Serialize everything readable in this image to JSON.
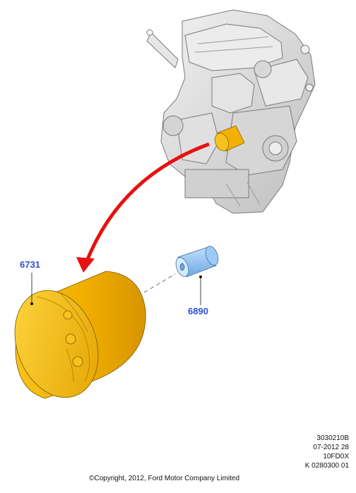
{
  "callouts": {
    "oil_filter": "6731",
    "adapter": "6890"
  },
  "reference": {
    "line1": "3030210B",
    "line2": "07-2012 28",
    "line3": "10FD0X",
    "line4": "K 0280300 01"
  },
  "copyright": "©Copyright, 2012, Ford Motor Company Limited",
  "colors": {
    "engine": "#dcdcdc",
    "filter": "#f2b400",
    "adapter": "#8fbfef",
    "arrow": "#e81010",
    "callout_text": "#2b4fd6"
  }
}
